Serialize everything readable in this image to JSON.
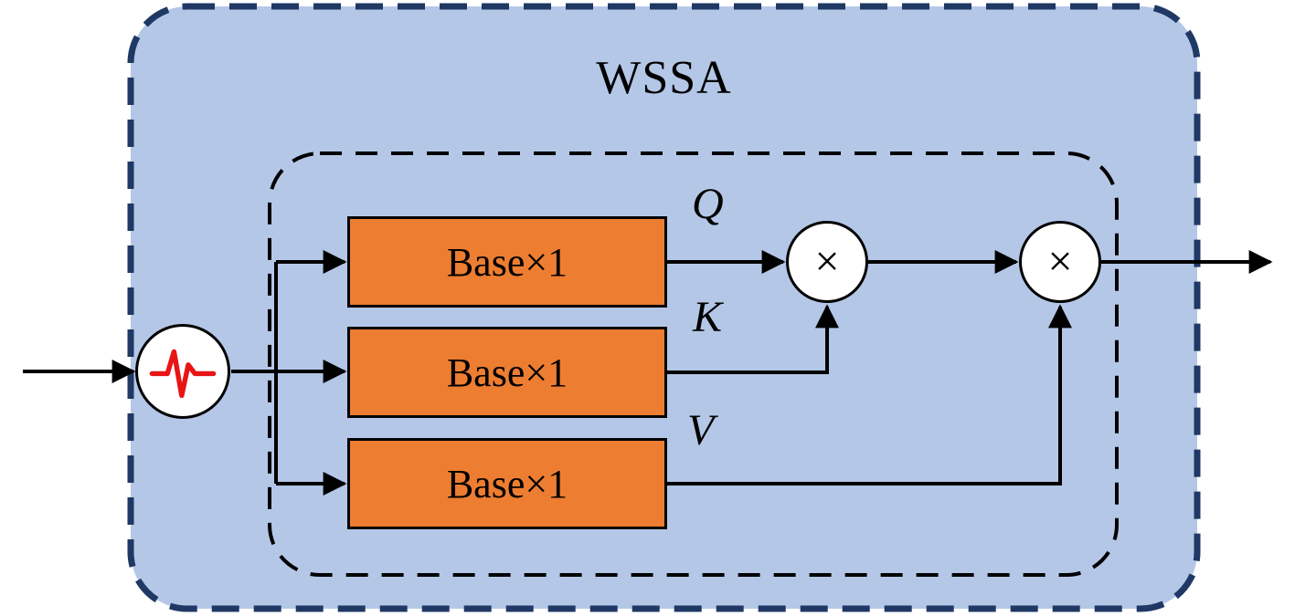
{
  "diagram": {
    "title": "WSSA",
    "input_node": {
      "icon": "wavelet-icon"
    },
    "base_blocks": [
      {
        "label": "Base×1",
        "output": "Q"
      },
      {
        "label": "Base×1",
        "output": "K"
      },
      {
        "label": "Base×1",
        "output": "V"
      }
    ],
    "multiply_nodes": [
      {
        "symbol": "×"
      },
      {
        "symbol": "×"
      }
    ],
    "colors": {
      "container_fill": "#b4c7e7",
      "container_border": "#1f3864",
      "inner_border": "#000000",
      "block_fill": "#ed7d31",
      "block_border": "#000000",
      "wire": "#000000",
      "wavelet_stroke": "#e81416",
      "node_fill": "#ffffff"
    }
  }
}
